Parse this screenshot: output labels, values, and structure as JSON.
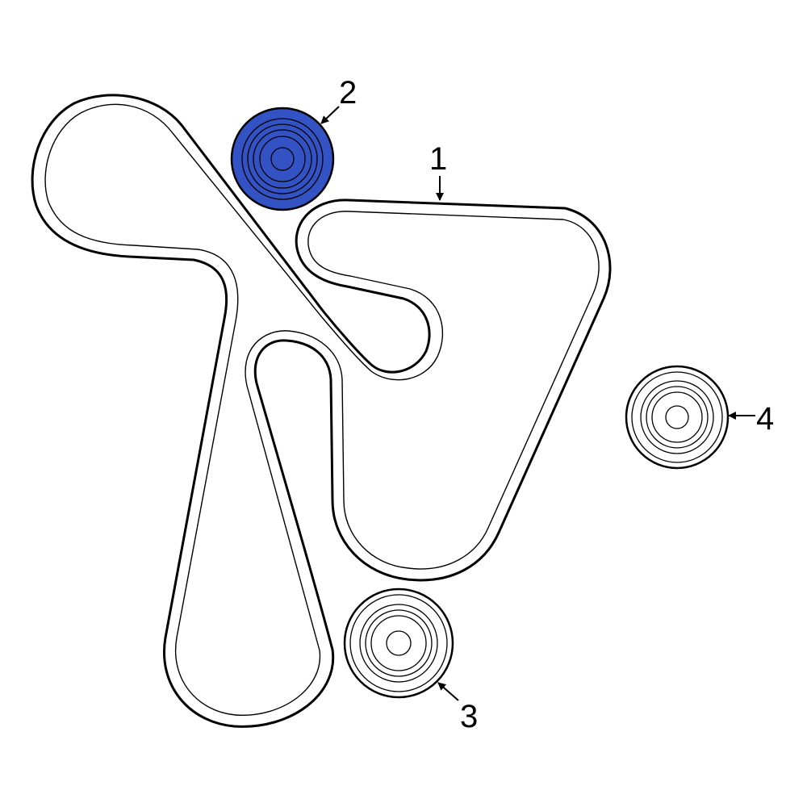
{
  "diagram": {
    "colors": {
      "highlight": "#3352c4",
      "line": "#000000",
      "background": "#ffffff"
    },
    "callouts": [
      {
        "label": "1",
        "part": "serpentine-belt",
        "highlighted": false
      },
      {
        "label": "2",
        "part": "idler-pulley",
        "highlighted": true
      },
      {
        "label": "3",
        "part": "pulley",
        "highlighted": false
      },
      {
        "label": "4",
        "part": "pulley",
        "highlighted": false
      }
    ]
  }
}
